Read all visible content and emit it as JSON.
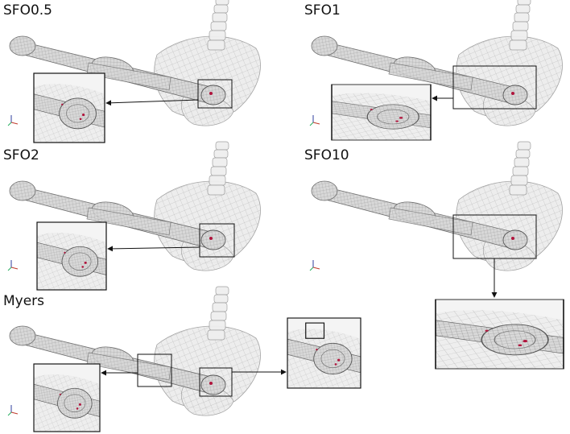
{
  "panels": [
    {
      "id": "sfo05",
      "label": "SFO0.5"
    },
    {
      "id": "sfo1",
      "label": "SFO1"
    },
    {
      "id": "sfo2",
      "label": "SFO2"
    },
    {
      "id": "sfo10",
      "label": "SFO10"
    },
    {
      "id": "myers",
      "label": "Myers"
    }
  ],
  "colors": {
    "mesh_stroke": "#9a9a9a",
    "mesh_fill": "#e9e9e9",
    "bone_fill": "#bdbdbd",
    "bone_stroke": "#6e6e6e",
    "frame": "#111111",
    "marker": "#b0143c",
    "axis_x": "#c0392b",
    "axis_y": "#27ae60",
    "axis_z": "#2c3e9e"
  },
  "icons": [
    "coordinate-triad-icon"
  ]
}
